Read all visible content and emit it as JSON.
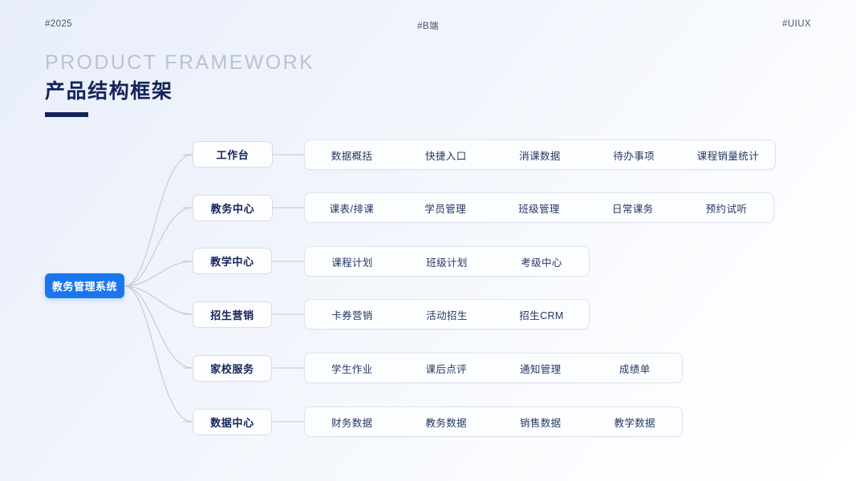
{
  "tags": {
    "left": "#2025",
    "center": "#B端",
    "right": "#UIUX"
  },
  "heading": {
    "english": "PRODUCT FRAMEWORK",
    "chinese": "产品结构框架"
  },
  "colors": {
    "root_fill": "#1a76ec",
    "root_text": "#ffffff",
    "node_text": "#14235a",
    "leaf_text": "#243763",
    "node_border": "#d8dde8",
    "leaf_border": "#dfe3ed",
    "heading_en": "#b9c2d6",
    "background_start": "#e9effb",
    "background_end": "#ffffff"
  },
  "chart_data": {
    "type": "diagram",
    "layout": "mind-map",
    "title": "产品结构框架",
    "root": "教务管理系统",
    "branches": [
      {
        "label": "工作台",
        "children": [
          "数据概括",
          "快捷入口",
          "消课数据",
          "待办事项",
          "课程销量统计"
        ]
      },
      {
        "label": "教务中心",
        "children": [
          "课表/排课",
          "学员管理",
          "班级管理",
          "日常课务",
          "预约试听"
        ]
      },
      {
        "label": "教学中心",
        "children": [
          "课程计划",
          "班级计划",
          "考级中心"
        ]
      },
      {
        "label": "招生营销",
        "children": [
          "卡券营销",
          "活动招生",
          "招生CRM"
        ]
      },
      {
        "label": "家校服务",
        "children": [
          "学生作业",
          "课后点评",
          "通知管理",
          "成绩单"
        ]
      },
      {
        "label": "数据中心",
        "children": [
          "财务数据",
          "教务数据",
          "销售数据",
          "教学数据"
        ]
      }
    ]
  }
}
